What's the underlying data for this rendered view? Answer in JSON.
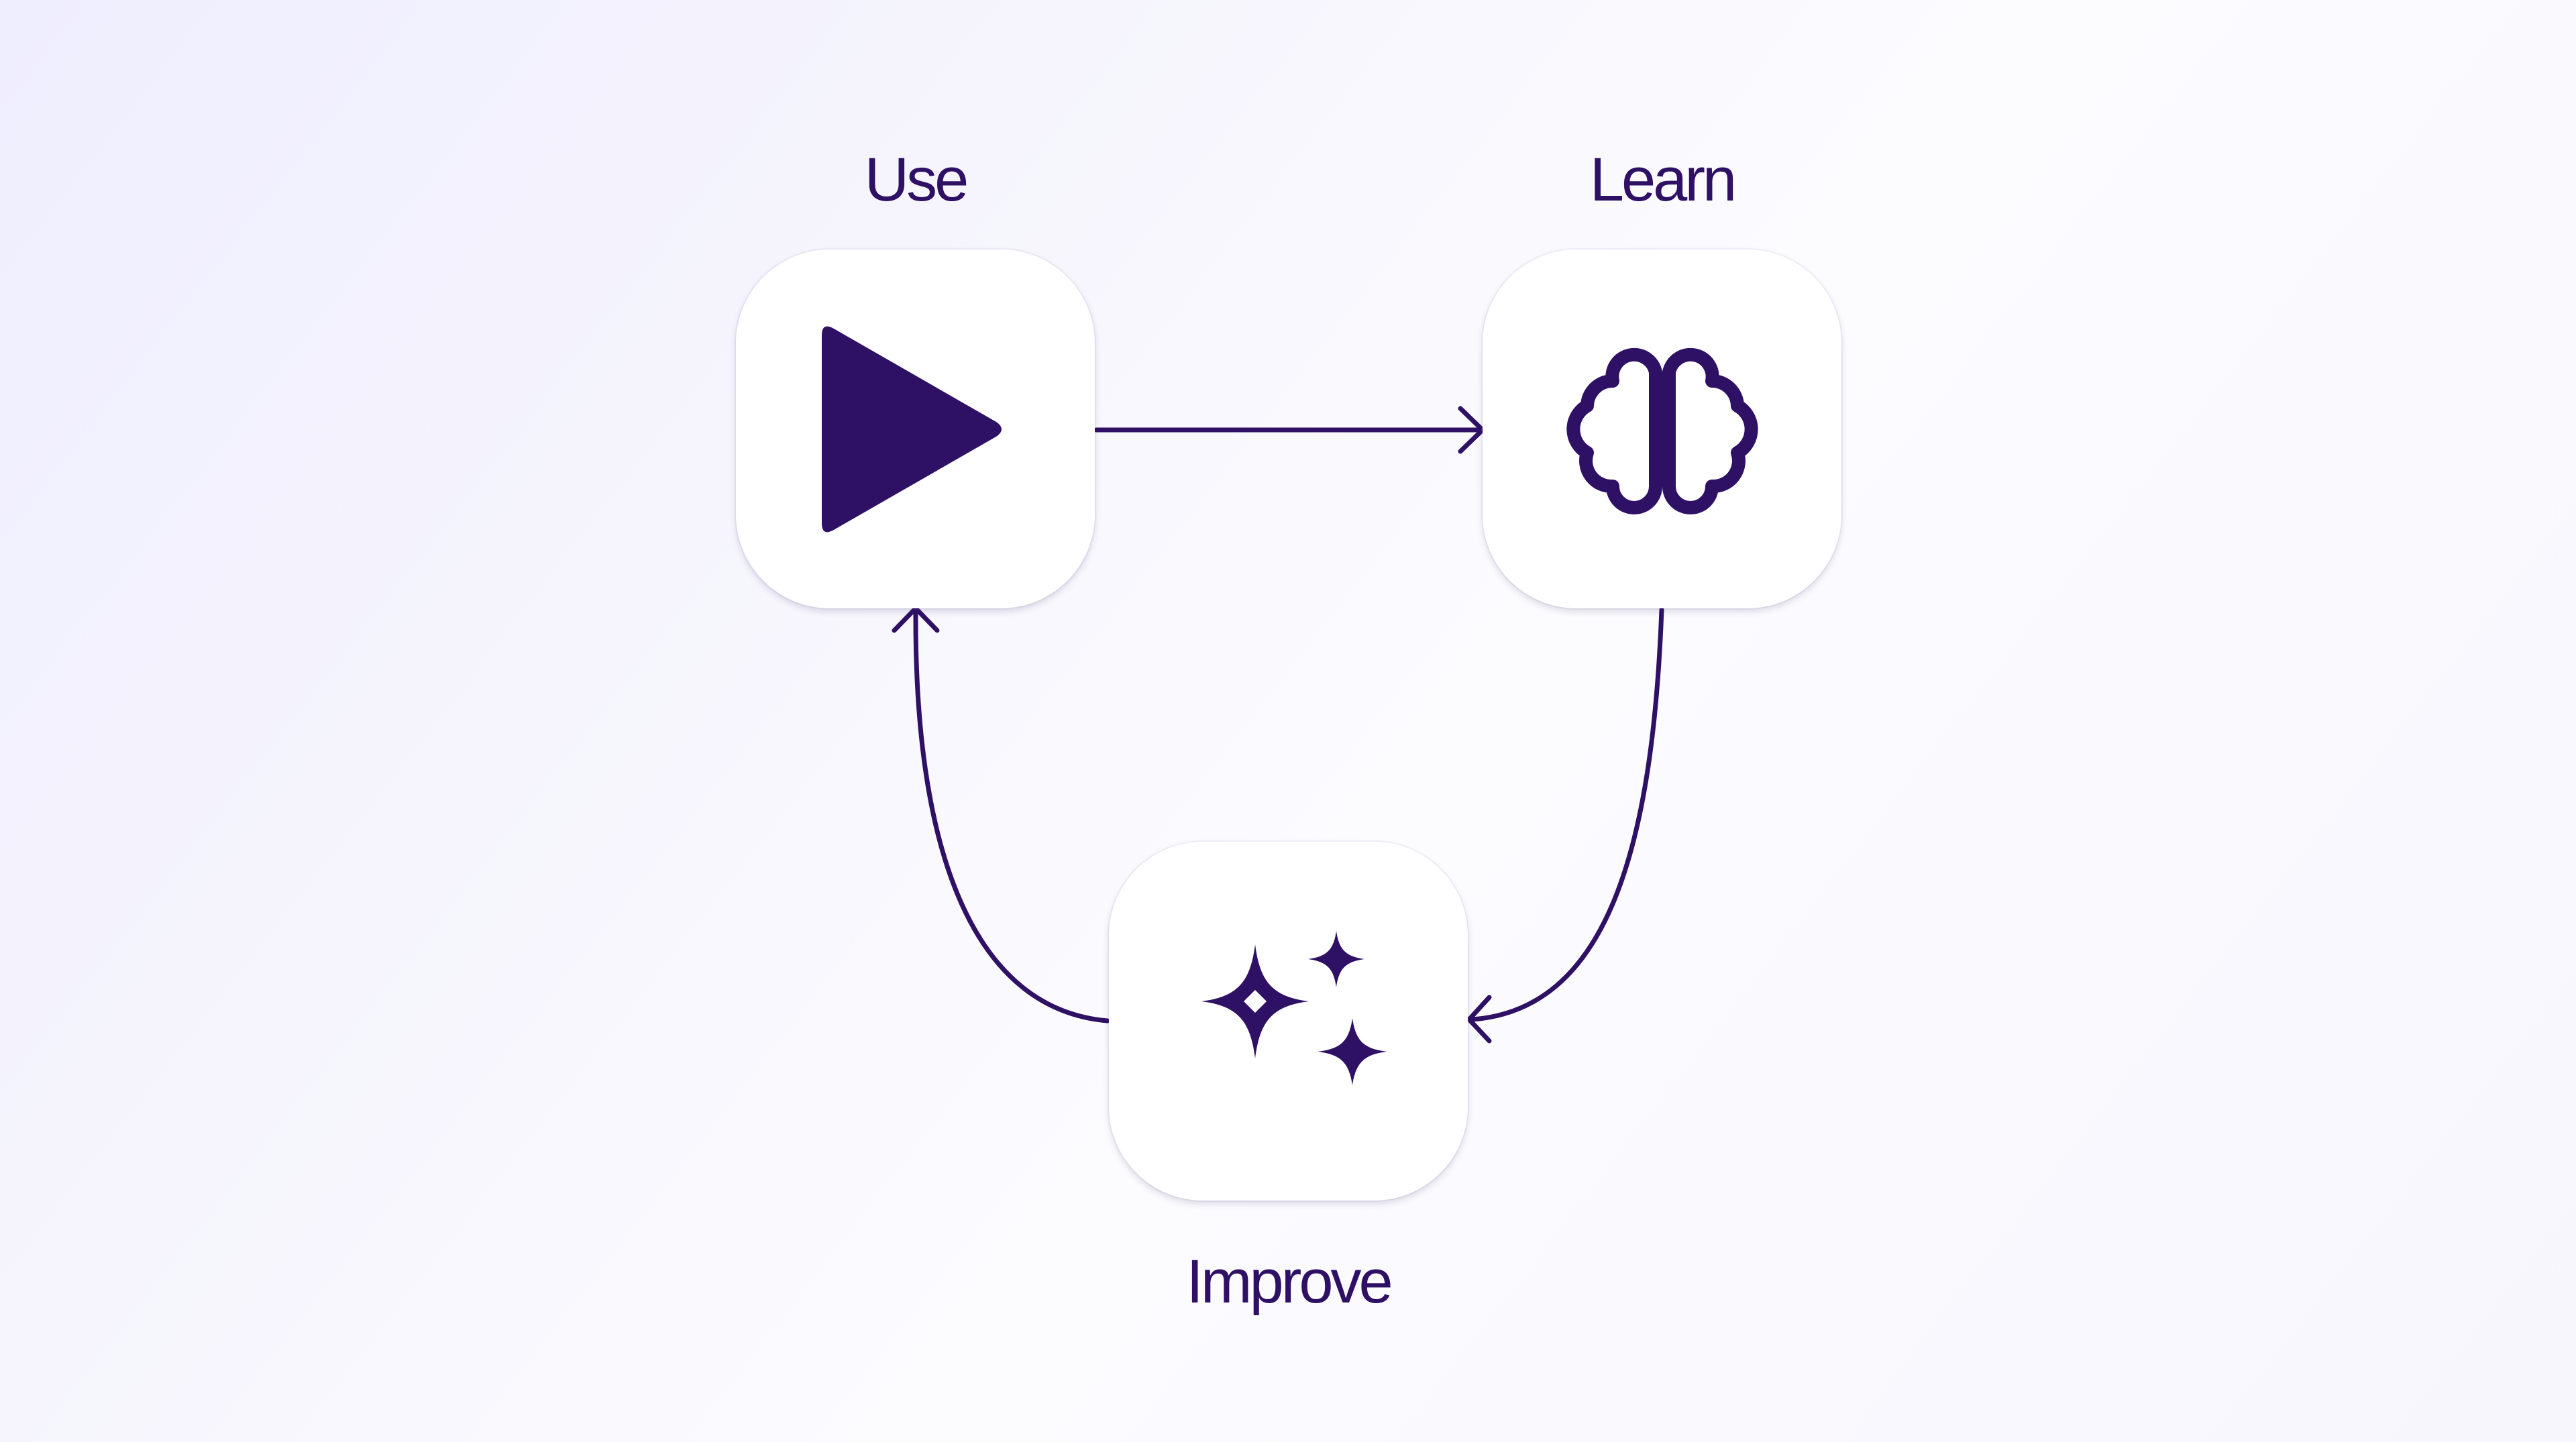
{
  "diagram": {
    "accent_color": "#2e1065",
    "tile_color": "#ffffff",
    "nodes": {
      "use": {
        "label": "Use",
        "icon": "play-icon"
      },
      "learn": {
        "label": "Learn",
        "icon": "brain-icon"
      },
      "improve": {
        "label": "Improve",
        "icon": "sparkles-icon"
      }
    },
    "edges": [
      {
        "from": "use",
        "to": "learn",
        "shape": "straight"
      },
      {
        "from": "learn",
        "to": "improve",
        "shape": "curved"
      },
      {
        "from": "improve",
        "to": "use",
        "shape": "curved"
      }
    ]
  }
}
